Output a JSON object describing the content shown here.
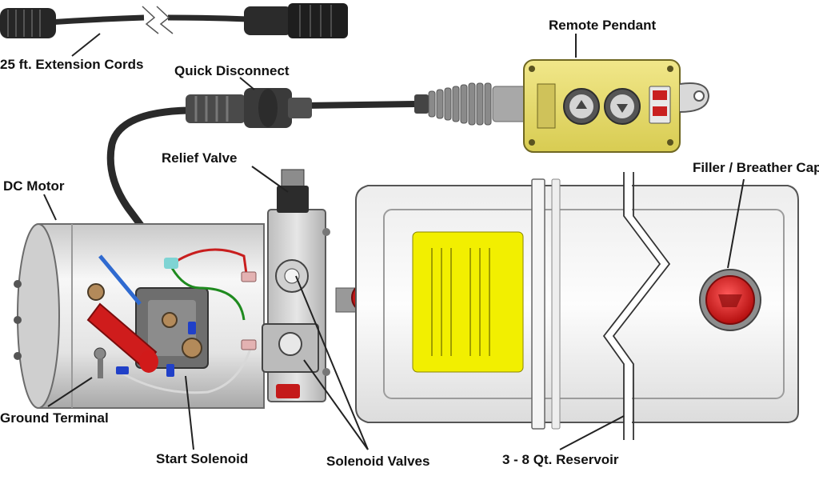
{
  "labels": {
    "extension_cords": "25 ft. Extension Cords",
    "quick_disconnect": "Quick Disconnect",
    "remote_pendant": "Remote Pendant",
    "relief_valve": "Relief Valve",
    "dc_motor": "DC Motor",
    "filler_breather": "Filler / Breather Cap",
    "ground_terminal": "Ground Terminal",
    "start_solenoid": "Start Solenoid",
    "solenoid_valves": "Solenoid Valves",
    "reservoir": "3 - 8 Qt. Reservoir"
  },
  "colors": {
    "reservoir_label": "#f2ef00",
    "pendant": "#e8dc6a",
    "filler_cap": "#e01818",
    "solenoid_red": "#d11a1a",
    "wire_green": "#1f8a1f",
    "wire_red": "#c81e1e",
    "connector_blue": "#2040c8"
  },
  "icons": {
    "pendant_left_button": "arrow-up-icon",
    "pendant_right_button": "arrow-down-icon"
  }
}
